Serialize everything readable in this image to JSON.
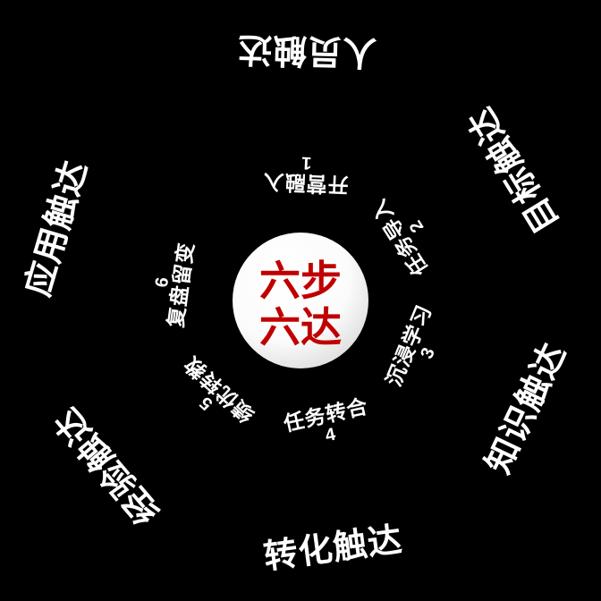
{
  "diagram": {
    "title": "六步六达",
    "center": {
      "line1": "六步",
      "line2": "六达",
      "text_color": "#c00000",
      "fill": "#ffffff"
    },
    "background": "#000000",
    "outer_ring": [
      {
        "id": "outer-1",
        "label": "人员触达",
        "color": "#4472c4",
        "angle_start": -115,
        "angle_end": -62
      },
      {
        "id": "outer-2",
        "label": "目标触达",
        "color": "#ed7d31",
        "angle_start": -58,
        "angle_end": -5
      },
      {
        "id": "outer-3",
        "label": "知识触达",
        "color": "#f5bf4b",
        "angle_start": -1,
        "angle_end": 52
      },
      {
        "id": "outer-4",
        "label": "转化触达",
        "color": "#a6a6a6",
        "angle_start": 56,
        "angle_end": 109
      },
      {
        "id": "outer-5",
        "label": "经验触达",
        "color": "#5b9bd5",
        "angle_start": 113,
        "angle_end": 166
      },
      {
        "id": "outer-6",
        "label": "应用触达",
        "color": "#70ad47",
        "angle_start": 170,
        "angle_end": 223
      }
    ],
    "inner_ring": [
      {
        "id": "inner-1",
        "number": "1",
        "label": "开营融入",
        "color": "#4472c4",
        "angle_start": -112,
        "angle_end": -63
      },
      {
        "id": "inner-2",
        "number": "2",
        "label": "任务导入",
        "color": "#ed7d31",
        "angle_start": -57,
        "angle_end": -8
      },
      {
        "id": "inner-3",
        "number": "3",
        "label": "沉浸学习",
        "color": "#f5bf4b",
        "angle_start": -2,
        "angle_end": 47
      },
      {
        "id": "inner-4",
        "number": "4",
        "label": "任务转合",
        "color": "#a6a6a6",
        "angle_start": 53,
        "angle_end": 102
      },
      {
        "id": "inner-5",
        "number": "5",
        "label": "绩优转教",
        "color": "#5b9bd5",
        "angle_start": 108,
        "angle_end": 157
      },
      {
        "id": "inner-6",
        "number": "6",
        "label": "复盘留变",
        "color": "#70ad47",
        "angle_start": 163,
        "angle_end": 212
      }
    ]
  }
}
